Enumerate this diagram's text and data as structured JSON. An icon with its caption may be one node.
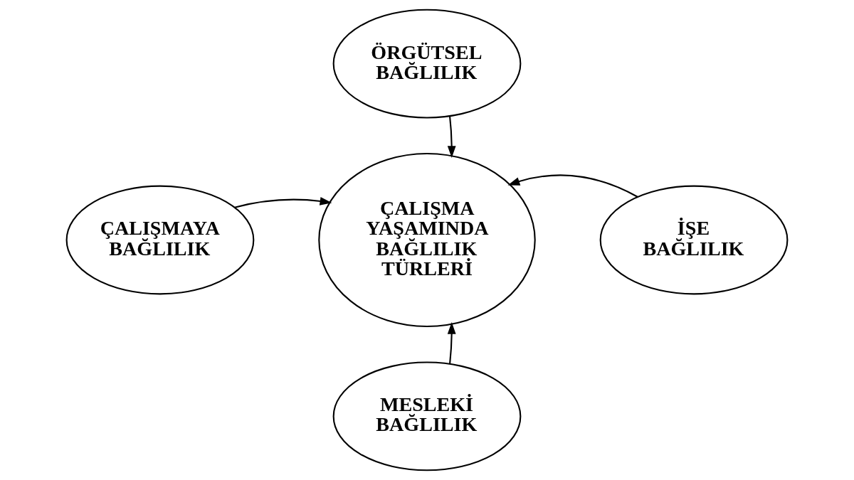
{
  "diagram": {
    "nodes": [
      {
        "text": [
          "ÖRGÜTSEL BAĞLILIK"
        ]
      },
      {
        "text": [
          "ÇALIŞMAYA BAĞLILIK"
        ]
      },
      {
        "text": [
          "ÇALIŞMA YAŞAMINDA BAĞLILIK TÜRLERİ"
        ]
      },
      {
        "text": [
          "İŞE BAĞLILIK"
        ]
      },
      {
        "text": [
          "MESLEKİ BAĞLILIK"
        ]
      }
    ],
    "edges": [
      {
        "from": 0,
        "to": 2,
        "arrow": "to"
      },
      {
        "from": 1,
        "to": 2,
        "arrow": "to"
      },
      {
        "from": 3,
        "to": 2,
        "arrow": "to"
      },
      {
        "from": 4,
        "to": 2,
        "arrow": "to"
      }
    ]
  }
}
